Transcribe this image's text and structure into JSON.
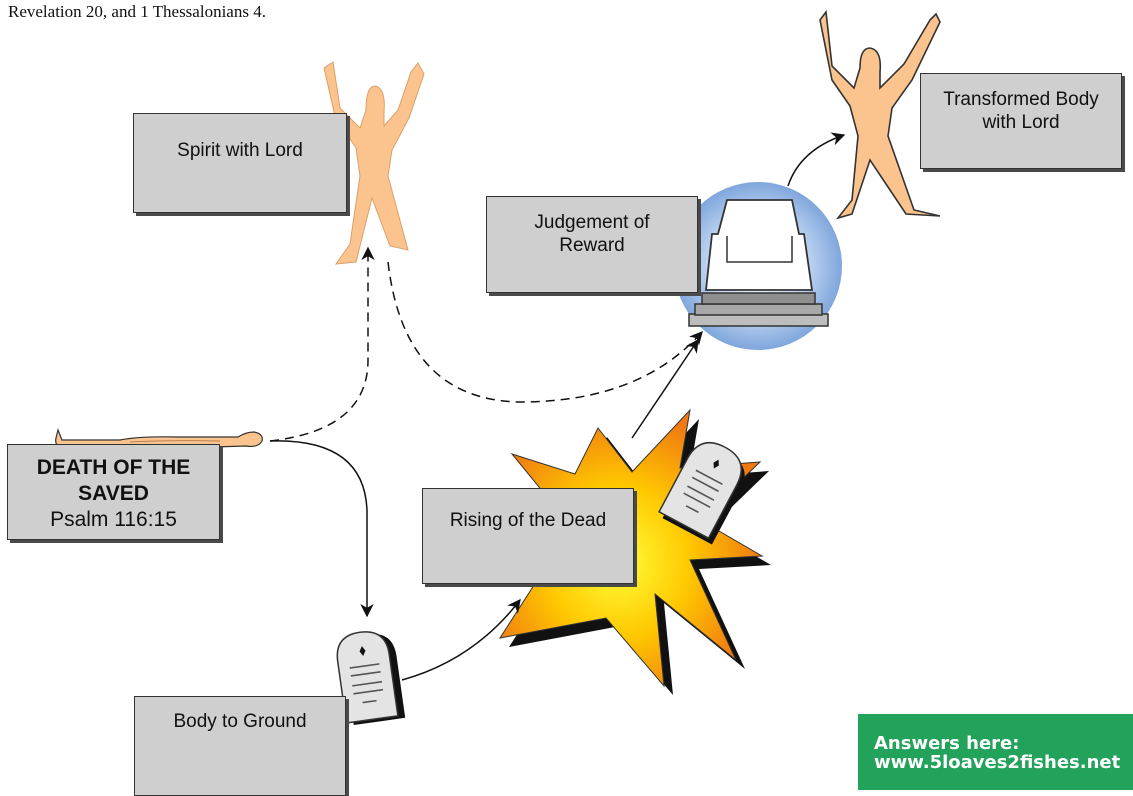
{
  "intro_text": "Revelation 20, and 1 Thessalonians 4.",
  "nodes": {
    "spirit": {
      "label": "Spirit with Lord"
    },
    "transformed": {
      "line1": "Transformed Body",
      "line2": "with Lord"
    },
    "judgement": {
      "line1": "Judgement of",
      "line2": "Reward"
    },
    "death": {
      "line1": "DEATH OF THE",
      "line2": "SAVED",
      "line3": "Psalm 116:15"
    },
    "rising": {
      "label": "Rising of the Dead"
    },
    "body": {
      "label": "Body to Ground"
    }
  },
  "badge": {
    "line1": "Answers here:",
    "line2": "www.5loaves2fishes.net",
    "color": "#22a25a"
  },
  "colors": {
    "figure": "#fbc48f",
    "box": "#cfcfcf",
    "throne_glow": "#8fb4e3",
    "burst_outer": "#f5a000",
    "burst_inner": "#fff22a"
  }
}
